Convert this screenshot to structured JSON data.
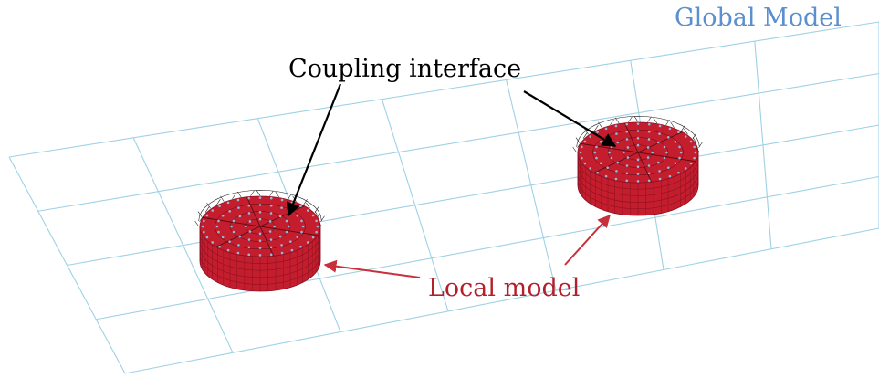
{
  "labels": {
    "global_model": "Global Model",
    "coupling_interface": "Coupling interface",
    "local_model": "Local model"
  },
  "colors": {
    "global_model_text": "#5b8fcf",
    "grid_lines": "#9fd1e6",
    "local_model_fill": "#c41e2e",
    "local_model_text": "#b3202c",
    "coupling_text": "#000000",
    "coupling_mesh": "#222222",
    "local_model_arrows": "#c8303c"
  }
}
